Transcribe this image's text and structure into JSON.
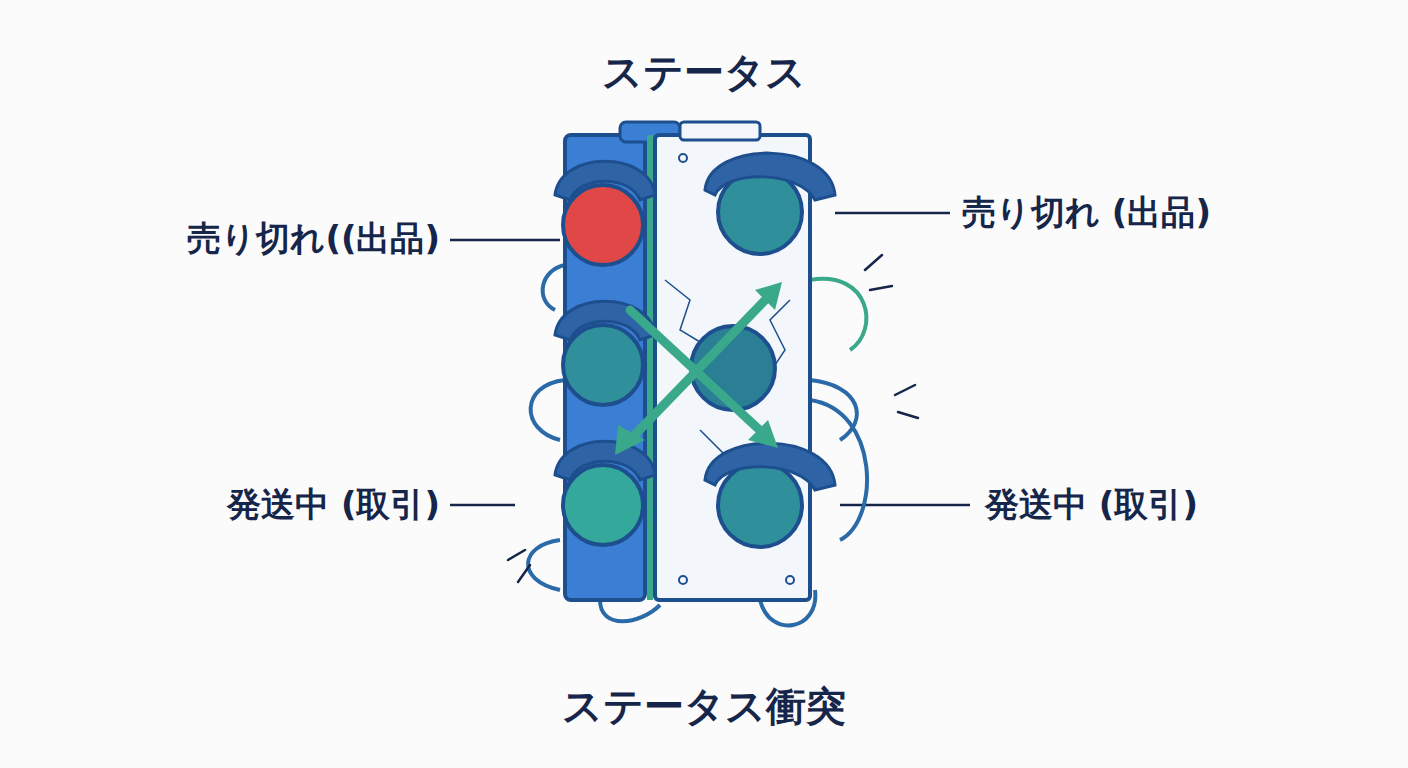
{
  "diagram": {
    "title": "ステータス",
    "caption": "ステータス衝突",
    "labels": [
      "売り切れ((出品)",
      "売り切れ (出品)",
      "発送中 (取引)",
      "発送中 (取引)"
    ]
  }
}
